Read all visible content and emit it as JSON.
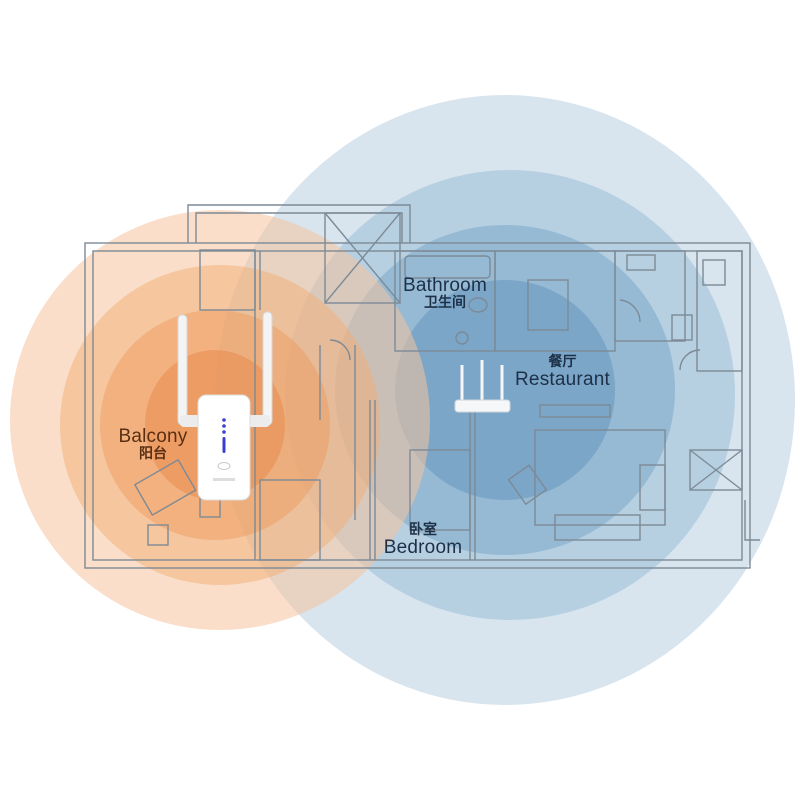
{
  "colors": {
    "orange_signal": "#f0a060",
    "blue_signal": "#7fa9c9",
    "wall_line": "#7d8a96",
    "label_blue": "#1d3047",
    "label_orange": "#5a2e12",
    "led_blue": "#3a3fcf"
  },
  "devices": {
    "extender": {
      "name": "wifi-range-extender",
      "antennas": 2,
      "led_count": 4
    },
    "router": {
      "name": "wifi-router",
      "antennas": 3
    }
  },
  "signal_zones": {
    "extender": {
      "color": "orange",
      "rings": 4
    },
    "router": {
      "color": "blue",
      "rings": 4
    }
  },
  "rooms": {
    "balcony": {
      "en": "Balcony",
      "zh": "阳台"
    },
    "bathroom": {
      "en": "Bathroom",
      "zh": "卫生间"
    },
    "restaurant": {
      "en": "Restaurant",
      "zh": "餐厅"
    },
    "bedroom": {
      "en": "Bedroom",
      "zh": "卧室"
    }
  }
}
